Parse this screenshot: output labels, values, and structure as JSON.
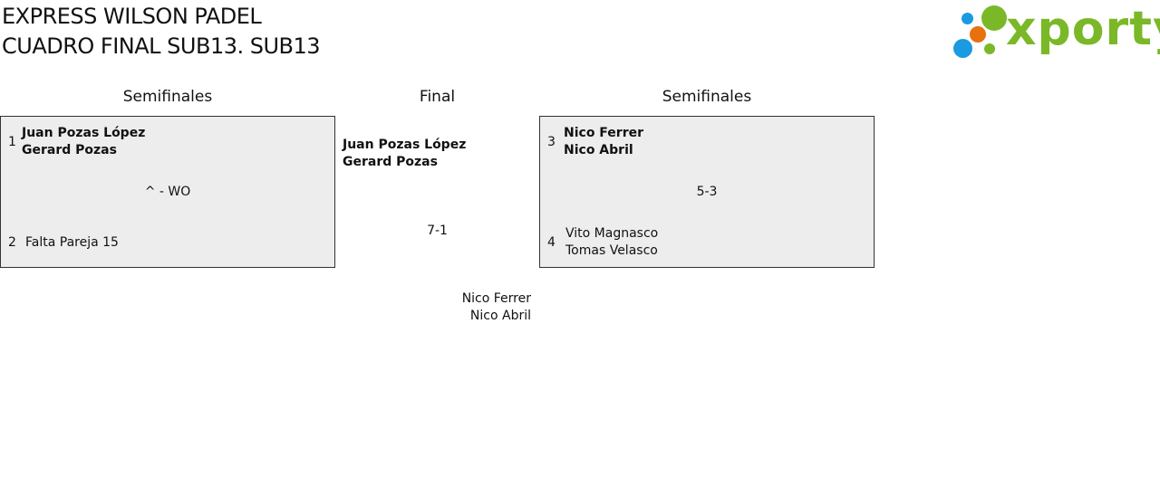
{
  "header": {
    "title_line1": "EXPRESS WILSON PADEL",
    "title_line2": "CUADRO FINAL SUB13. SUB13",
    "logo_text": "xporty",
    "logo_colors": {
      "green": "#7ab828",
      "blue": "#1a9ae0",
      "orange": "#e8700f"
    }
  },
  "rounds": {
    "left_label": "Semifinales",
    "final_label": "Final",
    "right_label": "Semifinales"
  },
  "semifinal_left": {
    "team1": {
      "seed": "1",
      "player1": "Juan Pozas López",
      "player2": "Gerard Pozas",
      "winner": true
    },
    "score": "^ - WO",
    "team2": {
      "seed": "2",
      "player1": "Falta Pareja 15",
      "player2": "",
      "winner": false
    }
  },
  "semifinal_right": {
    "team1": {
      "seed": "3",
      "player1": "Nico Ferrer",
      "player2": "Nico Abril",
      "winner": true
    },
    "score": "5-3",
    "team2": {
      "seed": "4",
      "player1": "Vito Magnasco",
      "player2": "Tomas Velasco",
      "winner": false
    }
  },
  "final": {
    "team_top": {
      "player1": "Juan Pozas López",
      "player2": "Gerard Pozas",
      "winner": true
    },
    "score": "7-1",
    "team_bottom": {
      "player1": "Nico Ferrer",
      "player2": "Nico Abril",
      "winner": false
    }
  }
}
